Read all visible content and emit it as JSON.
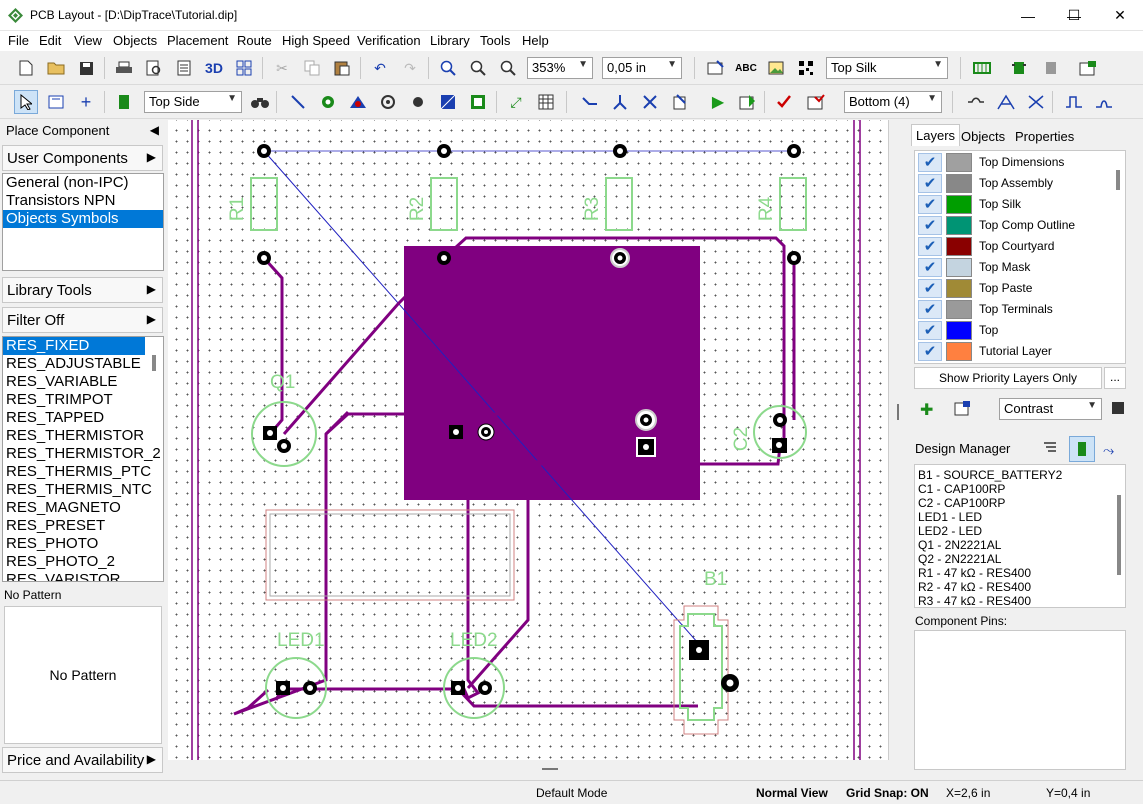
{
  "window": {
    "title": "PCB Layout - [D:\\DipTrace\\Tutorial.dip]",
    "controls": [
      "—",
      "☐",
      "✕"
    ]
  },
  "menu": [
    "File",
    "Edit",
    "View",
    "Objects",
    "Placement",
    "Route",
    "High Speed",
    "Verification",
    "Library",
    "Tools",
    "Help"
  ],
  "toolbar1": {
    "zoom": "353%",
    "grid": "0,05 in",
    "layer": "Top Silk",
    "btn_3d": "3D"
  },
  "toolbar2": {
    "side": "Top Side",
    "layer": "Bottom (4)"
  },
  "left_panel": {
    "place_component": "Place Component",
    "user_components": "User Components",
    "libraries": [
      "General (non-IPC)",
      "Transistors NPN",
      "Objects Symbols"
    ],
    "selected_library": 2,
    "library_tools": "Library Tools",
    "filter": "Filter Off",
    "components": [
      "RES_FIXED",
      "RES_ADJUSTABLE",
      "RES_VARIABLE",
      "RES_TRIMPOT",
      "RES_TAPPED",
      "RES_THERMISTOR",
      "RES_THERMISTOR_2",
      "RES_THERMIS_PTC",
      "RES_THERMIS_NTC",
      "RES_MAGNETO",
      "RES_PRESET",
      "RES_PHOTO",
      "RES_PHOTO_2",
      "RES_VARISTOR"
    ],
    "selected_component": 0,
    "pattern_header": "No Pattern",
    "pattern_preview": "No Pattern",
    "price": "Price and Availability"
  },
  "canvas": {
    "labels": {
      "r1": "R1",
      "r2": "R2",
      "r3": "R3",
      "r4": "R4",
      "q1": "Q1",
      "c2": "C2",
      "led1": "LED1",
      "led2": "LED2",
      "b1": "B1"
    },
    "colors": {
      "trace": "#800080",
      "silk": "#8cd98c",
      "copper": "#800080"
    }
  },
  "right_panel": {
    "tabs": [
      "Layers",
      "Objects",
      "Properties"
    ],
    "active_tab": "Layers",
    "layers": [
      {
        "name": "Top Dimensions",
        "color": "#a0a0a0"
      },
      {
        "name": "Top Assembly",
        "color": "#888888"
      },
      {
        "name": "Top Silk",
        "color": "#009e00"
      },
      {
        "name": "Top Comp Outline",
        "color": "#009474"
      },
      {
        "name": "Top Courtyard",
        "color": "#8a0000"
      },
      {
        "name": "Top Mask",
        "color": "#c4d4e0"
      },
      {
        "name": "Top Paste",
        "color": "#a08a36"
      },
      {
        "name": "Top Terminals",
        "color": "#9a9a9a"
      },
      {
        "name": "Top",
        "color": "#0000ff"
      },
      {
        "name": "Tutorial Layer",
        "color": "#ff8040"
      }
    ],
    "show_priority": "Show Priority Layers Only",
    "more": "...",
    "contrast": "Contrast",
    "design_manager": "Design Manager",
    "dm_items": [
      "B1 - SOURCE_BATTERY2",
      "C1 - CAP100RP",
      "C2 - CAP100RP",
      "LED1 - LED",
      "LED2 - LED",
      "Q1 - 2N2221AL",
      "Q2 - 2N2221AL",
      "R1 - 47 kΩ - RES400",
      "R2 - 47 kΩ - RES400",
      "R3 - 47 kΩ - RES400"
    ],
    "component_pins": "Component Pins:"
  },
  "status": {
    "mode": "Default Mode",
    "view": "Normal View",
    "snap": "Grid Snap: ON",
    "x": "X=2,6 in",
    "y": "Y=0,4 in"
  }
}
